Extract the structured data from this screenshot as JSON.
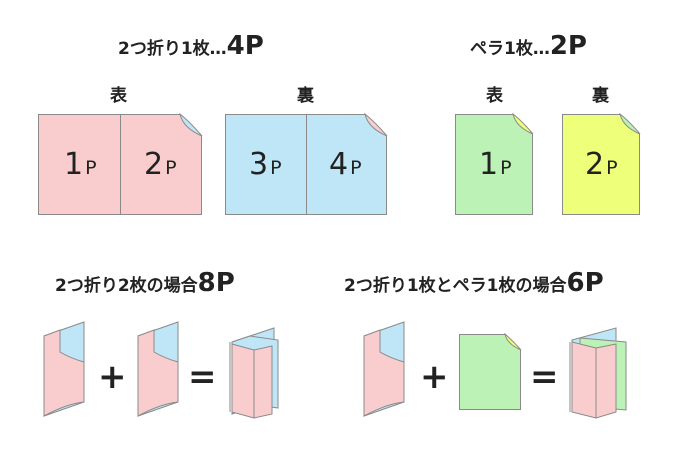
{
  "colors": {
    "pink": "#f9cdcd",
    "blue": "#bfe6f7",
    "green": "#bcf2b5",
    "yellow": "#eeff79",
    "outline": "#8a8a8a"
  },
  "sections": {
    "bifold_sheet": {
      "title_prefix": "2つ折り1枚…",
      "title_count": "4P",
      "front_label": "表",
      "back_label": "裏",
      "front_pages": [
        {
          "num": "1",
          "unit": "P"
        },
        {
          "num": "2",
          "unit": "P"
        }
      ],
      "back_pages": [
        {
          "num": "3",
          "unit": "P"
        },
        {
          "num": "4",
          "unit": "P"
        }
      ]
    },
    "flat_sheet": {
      "title_prefix": "ペラ1枚…",
      "title_count": "2P",
      "front_label": "表",
      "back_label": "裏",
      "front_page": {
        "num": "1",
        "unit": "P"
      },
      "back_page": {
        "num": "2",
        "unit": "P"
      }
    },
    "two_bifold": {
      "title_prefix": "2つ折り2枚の場合",
      "title_count": "8P",
      "plus": "+",
      "equals": "="
    },
    "bifold_plus_flat": {
      "title_prefix": "2つ折り1枚とペラ1枚の場合",
      "title_count": "6P",
      "plus": "+",
      "equals": "="
    }
  }
}
